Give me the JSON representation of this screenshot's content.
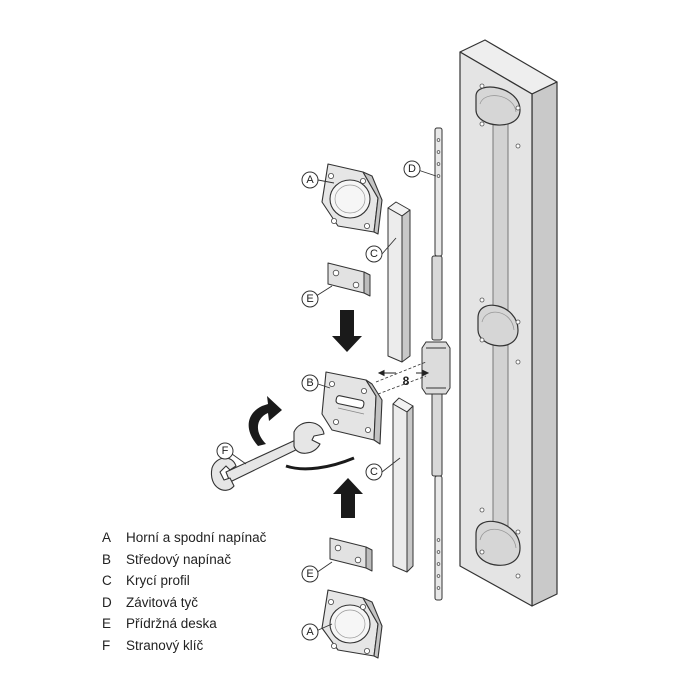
{
  "callouts": {
    "A_top": "A",
    "B": "B",
    "C_top": "C",
    "C_bottom": "C",
    "D": "D",
    "E_top": "E",
    "E_bottom": "E",
    "F": "F",
    "A_bottom": "A"
  },
  "dimension": "8",
  "legend": [
    {
      "key": "A",
      "text": "Horní a spodní napínač"
    },
    {
      "key": "B",
      "text": "Středový napínač"
    },
    {
      "key": "C",
      "text": "Krycí profil"
    },
    {
      "key": "D",
      "text": "Závitová tyč"
    },
    {
      "key": "E",
      "text": "Přídržná deska"
    },
    {
      "key": "F",
      "text": "Stranový klíč"
    }
  ]
}
